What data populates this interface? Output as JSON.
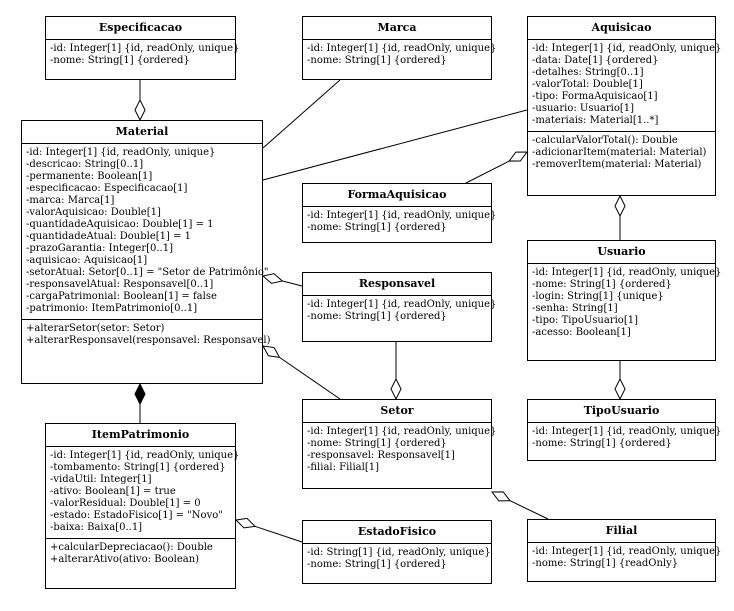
{
  "classes": {
    "especificacao": {
      "name": "Especificacao",
      "attributes": [
        "-id: Integer[1] {id, readOnly, unique}",
        "-nome: String[1] {ordered}"
      ]
    },
    "marca": {
      "name": "Marca",
      "attributes": [
        "-id: Integer[1] {id, readOnly, unique}",
        "-nome: String[1] {ordered}"
      ]
    },
    "aquisicao": {
      "name": "Aquisicao",
      "attributes": [
        "-id: Integer[1] {id, readOnly, unique}",
        "-data: Date[1] {ordered}",
        "-detalhes: String[0..1]",
        "-valorTotal: Double[1]",
        "-tipo: FormaAquisicao[1]",
        "-usuario: Usuario[1]",
        "-materiais: Material[1..*]"
      ],
      "operations": [
        "-calcularValorTotal(): Double",
        "-adicionarItem(material: Material)",
        "-removerItem(material: Material)"
      ]
    },
    "material": {
      "name": "Material",
      "attributes": [
        "-id: Integer[1] {id, readOnly, unique}",
        "-descricao: String[0..1]",
        "-permanente: Boolean[1]",
        "-especificacao: Especificacao[1]",
        "-marca: Marca[1]",
        "-valorAquisicao: Double[1]",
        "-quantidadeAquisicao: Double[1] = 1",
        "-quantidadeAtual: Double[1] = 1",
        "-prazoGarantia: Integer[0..1]",
        "-aquisicao: Aquisicao[1]",
        "-setorAtual: Setor[0..1] = \"Setor de Patrimônio\"",
        "-responsavelAtual: Responsavel[0..1]",
        "-cargaPatrimonial: Boolean[1] = false",
        "-patrimonio: ItemPatrimonio[0..1]"
      ],
      "operations": [
        "+alterarSetor(setor: Setor)",
        "+alterarResponsavel(responsavel: Responsavel)"
      ]
    },
    "forma_aquisicao": {
      "name": "FormaAquisicao",
      "attributes": [
        "-id: Integer[1] {id, readOnly, unique}",
        "-nome: String[1] {ordered}"
      ]
    },
    "usuario": {
      "name": "Usuario",
      "attributes": [
        "-id: Integer[1] {id, readOnly, unique}",
        "-nome: String[1] {ordered}",
        "-login: String[1] {unique}",
        "-senha: String[1]",
        "-tipo: TipoUsuario[1]",
        "-acesso: Boolean[1]"
      ]
    },
    "responsavel": {
      "name": "Responsavel",
      "attributes": [
        "-id: Integer[1] {id, readOnly, unique}",
        "-nome: String[1] {ordered}"
      ]
    },
    "setor": {
      "name": "Setor",
      "attributes": [
        "-id: Integer[1] {id, readOnly, unique}",
        "-nome: String[1] {ordered}",
        "-responsavel: Responsavel[1]",
        "-filial: Filial[1]"
      ]
    },
    "tipo_usuario": {
      "name": "TipoUsuario",
      "attributes": [
        "-id: Integer[1] {id, readOnly, unique}",
        "-nome: String[1] {ordered}"
      ]
    },
    "item_patrimonio": {
      "name": "ItemPatrimonio",
      "attributes": [
        "-id: Integer[1] {id, readOnly, unique}",
        "-tombamento: String[1] {ordered}",
        "-vidaUtil: Integer[1]",
        "-ativo: Boolean[1] = true",
        "-valorResidual: Double[1] = 0",
        "-estado: EstadoFisico[1] = \"Novo\"",
        "-baixa: Baixa[0..1]"
      ],
      "operations": [
        "+calcularDepreciacao(): Double",
        "+alterarAtivo(ativo: Boolean)"
      ]
    },
    "estado_fisico": {
      "name": "EstadoFisico",
      "attributes": [
        "-id: String[1] {id, readOnly, unique}",
        "-nome: String[1] {ordered}"
      ]
    },
    "filial": {
      "name": "Filial",
      "attributes": [
        "-id: Integer[1] {id, readOnly, unique}",
        "-nome: String[1] {readOnly}"
      ]
    }
  }
}
